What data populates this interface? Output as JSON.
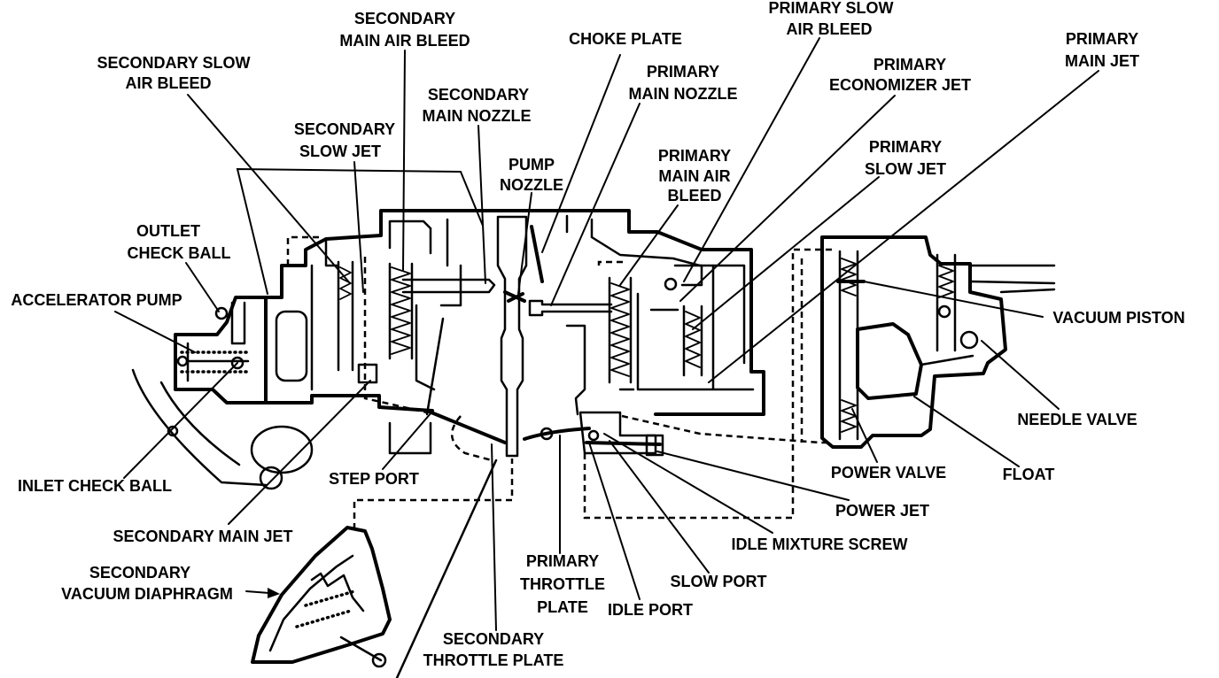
{
  "labels": {
    "secondary_main_air_bleed": [
      "SECONDARY",
      "MAIN AIR BLEED"
    ],
    "secondary_slow_air_bleed": [
      "SECONDARY SLOW",
      "AIR BLEED"
    ],
    "choke_plate": [
      "CHOKE PLATE"
    ],
    "primary_slow_air_bleed": [
      "PRIMARY SLOW",
      "AIR BLEED"
    ],
    "primary_main_jet": [
      "PRIMARY",
      "MAIN JET"
    ],
    "primary_economizer_jet": [
      "PRIMARY",
      "ECONOMIZER JET"
    ],
    "primary_main_nozzle": [
      "PRIMARY",
      "MAIN NOZZLE"
    ],
    "secondary_main_nozzle": [
      "SECONDARY",
      "MAIN NOZZLE"
    ],
    "secondary_slow_jet": [
      "SECONDARY",
      "SLOW JET"
    ],
    "pump_nozzle": [
      "PUMP",
      "NOZZLE"
    ],
    "primary_main_air_bleed": [
      "PRIMARY",
      "MAIN AIR",
      "BLEED"
    ],
    "primary_slow_jet": [
      "PRIMARY",
      "SLOW JET"
    ],
    "outlet_check_ball": [
      "OUTLET",
      "CHECK BALL"
    ],
    "accelerator_pump": [
      "ACCELERATOR PUMP"
    ],
    "vacuum_piston": [
      "VACUUM PISTON"
    ],
    "needle_valve": [
      "NEEDLE VALVE"
    ],
    "float": [
      "FLOAT"
    ],
    "power_valve": [
      "POWER VALVE"
    ],
    "inlet_check_ball": [
      "INLET CHECK BALL"
    ],
    "step_port": [
      "STEP PORT"
    ],
    "power_jet": [
      "POWER JET"
    ],
    "secondary_main_jet": [
      "SECONDARY MAIN JET"
    ],
    "idle_mixture_screw": [
      "IDLE MIXTURE SCREW"
    ],
    "secondary_vacuum_diaphragm": [
      "SECONDARY",
      "VACUUM DIAPHRAGM"
    ],
    "primary_throttle_plate": [
      "PRIMARY",
      "THROTTLE",
      "PLATE"
    ],
    "slow_port": [
      "SLOW PORT"
    ],
    "idle_port": [
      "IDLE PORT"
    ],
    "secondary_throttle_plate": [
      "SECONDARY",
      "THROTTLE PLATE"
    ]
  },
  "colors": {
    "ink": "#000000",
    "paper": "#ffffff"
  }
}
